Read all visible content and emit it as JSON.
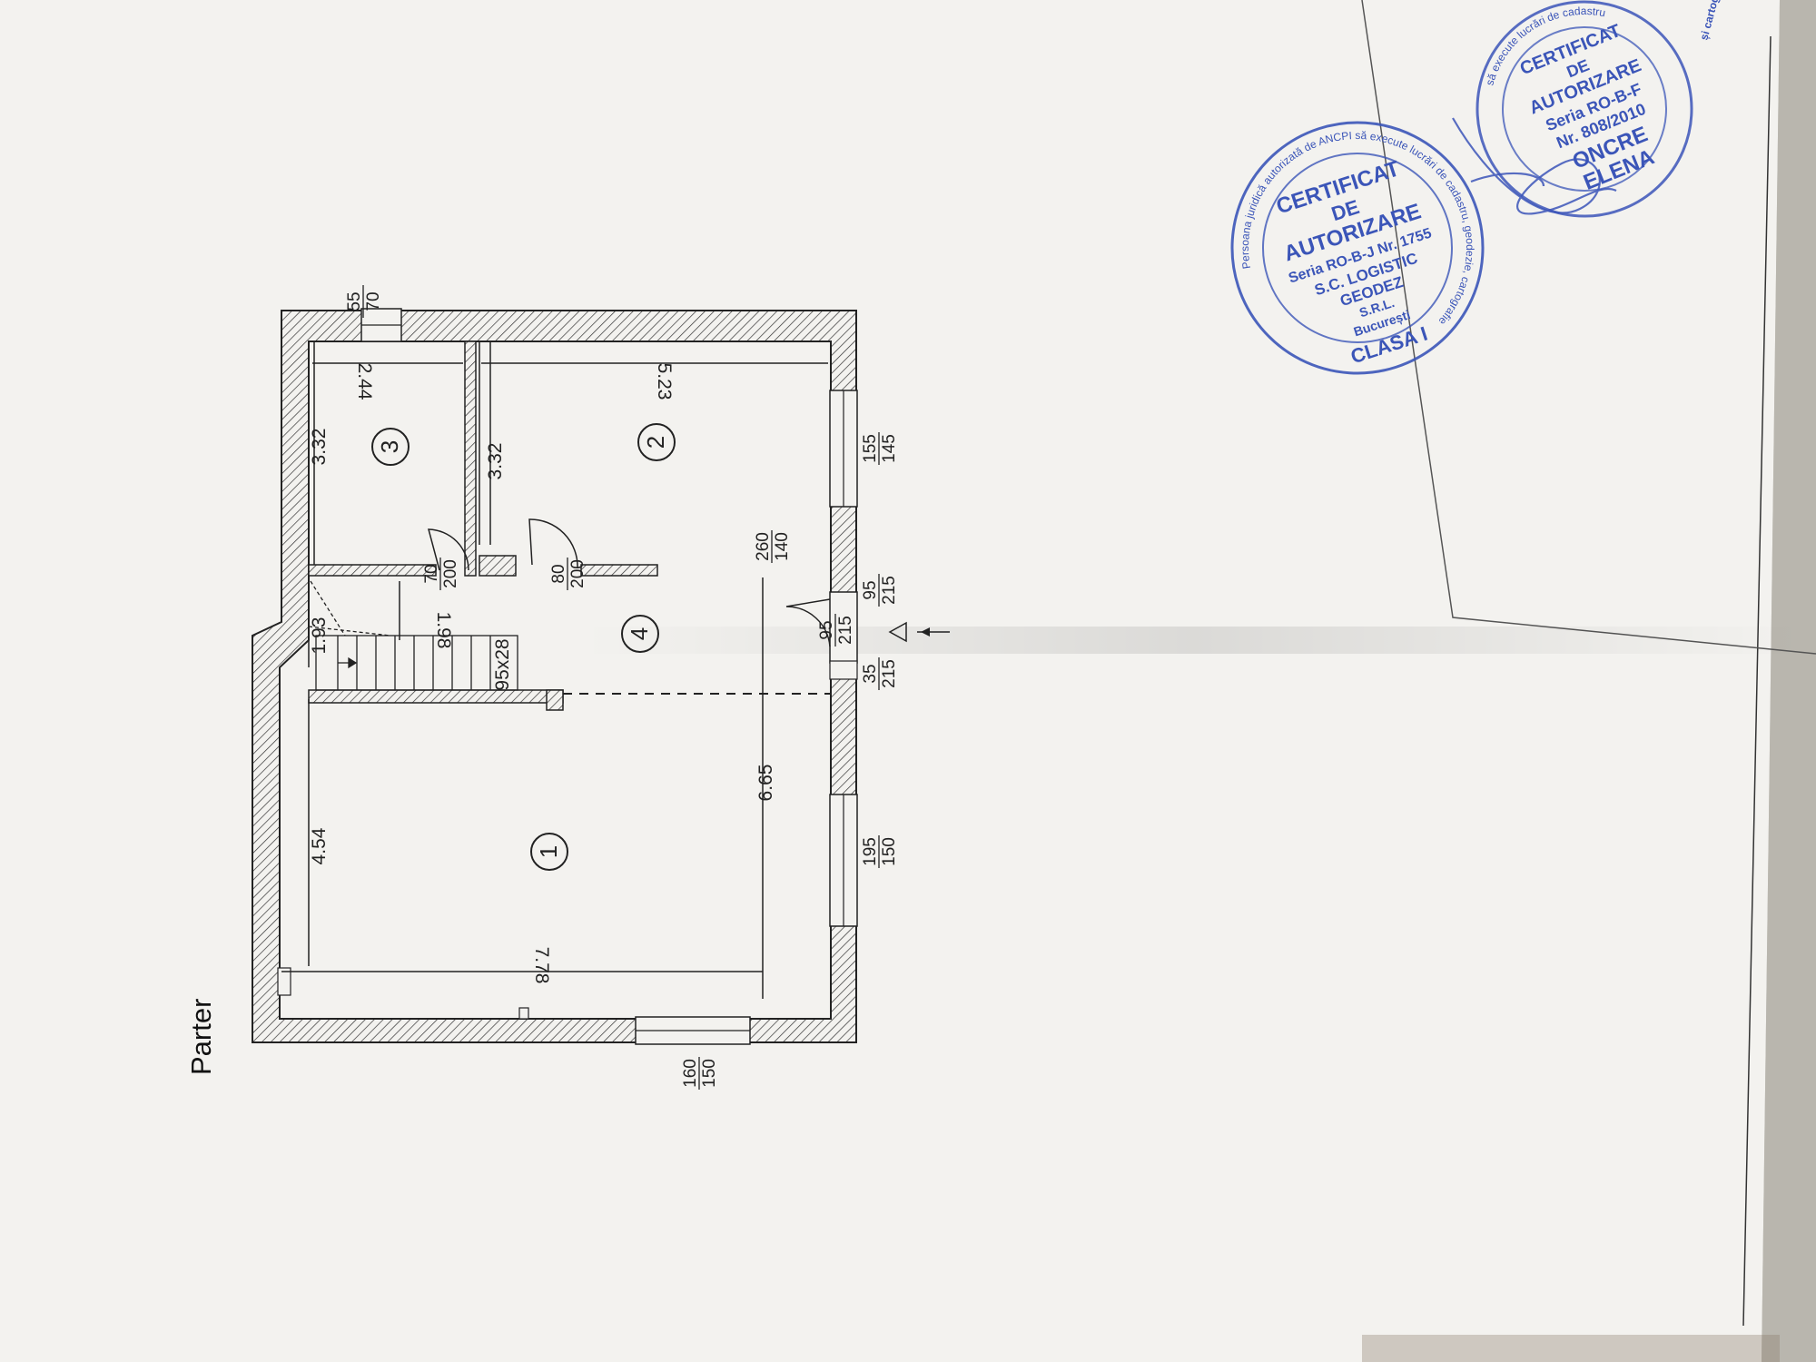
{
  "sheet": {
    "title": "Parter"
  },
  "rooms": [
    {
      "number": "1"
    },
    {
      "number": "2"
    },
    {
      "number": "3"
    },
    {
      "number": "4"
    }
  ],
  "dimensions": {
    "room1_width": "4.54",
    "room1_length": "7.78",
    "hall_length": "6.65",
    "stair_width": "1.93",
    "stair_length": "1.98",
    "stair_step": "95x28",
    "room3_length_a": "3.32",
    "room3_length_b": "3.32",
    "room3_width": "2.44",
    "room2_width": "5.23"
  },
  "openings": [
    {
      "top": "160",
      "bottom": "150"
    },
    {
      "top": "195",
      "bottom": "150"
    },
    {
      "top": "35",
      "bottom": "215"
    },
    {
      "top": "95",
      "bottom": "215"
    },
    {
      "top": "95",
      "bottom": "215"
    },
    {
      "top": "155",
      "bottom": "145"
    },
    {
      "top": "260",
      "bottom": "140"
    },
    {
      "top": "80",
      "bottom": "200"
    },
    {
      "top": "70",
      "bottom": "200"
    },
    {
      "top": "55",
      "bottom": "70"
    }
  ],
  "stamp_main": {
    "line1": "CERTIFICAT",
    "line2": "DE",
    "line3": "AUTORIZARE",
    "line4": "Seria RO-B-J  Nr. 1755",
    "line5": "S.C. LOGISTIC",
    "line6": "GEODEZ",
    "line7": "S.R.L.",
    "line8": "București",
    "line9": "CLASA I",
    "ring": "Persoana juridică autorizată de ANCPI să execute lucrări de cadastru, geodezie, cartografie"
  },
  "stamp_second": {
    "line1": "CERTIFICAT",
    "line2": "DE",
    "line3": "AUTORIZARE",
    "line4": "Seria RO-B-F",
    "line5": "Nr. 808/2010",
    "line6": "ONCRE",
    "line7": "ELENA",
    "ring": "să execute lucrări de cadastru",
    "edge": "și cartografie"
  },
  "colors": {
    "paper": "#f3f2ef",
    "ink": "#222222",
    "stamp": "#3b55b8"
  }
}
